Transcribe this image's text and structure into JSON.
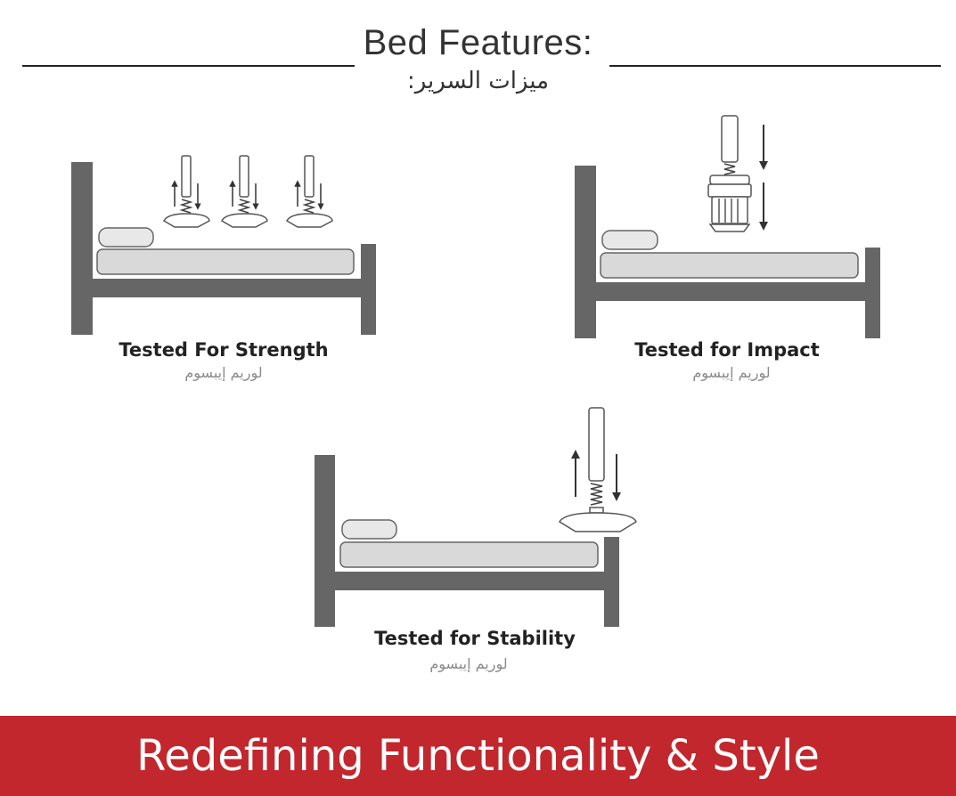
{
  "header": {
    "title": "Bed Features:",
    "title_ar": "ميزات السرير:"
  },
  "features": [
    {
      "title": "Tested For Strength",
      "subtitle_ar": "لوريم إيبسوم"
    },
    {
      "title": "Tested for Impact",
      "subtitle_ar": "لوريم إيبسوم"
    },
    {
      "title": "Tested for Stability",
      "subtitle_ar": "لوريم إيبسوم"
    }
  ],
  "banner": {
    "text": "Redefining Functionality & Style"
  },
  "colors": {
    "frame": "#666666",
    "mattress": "#d9d9d9",
    "pillow": "#e8e8e8",
    "banner": "#c1272d",
    "outline": "#555555"
  }
}
